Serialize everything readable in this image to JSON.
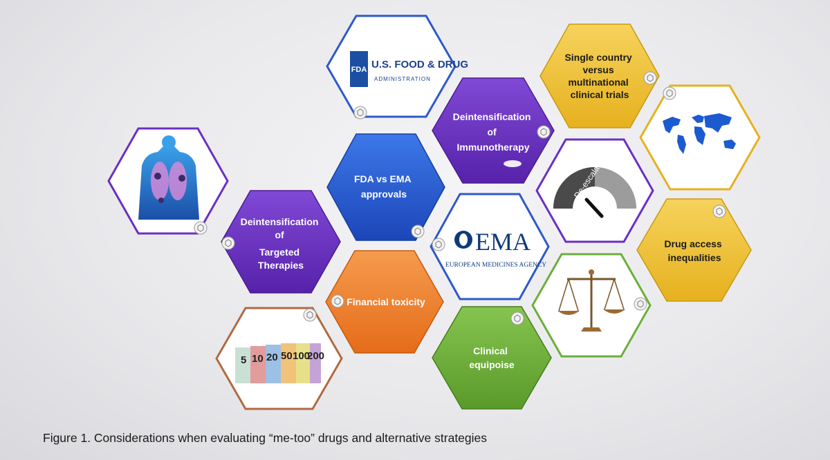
{
  "hexagons": {
    "fda_logo": {
      "brand": "U.S. FOOD & DRUG",
      "sub": "ADMINISTRATION",
      "mark": "FDA"
    },
    "single_country": {
      "lines": [
        "Single country",
        "versus",
        "multinational",
        "clinical trials"
      ]
    },
    "immunotherapy": {
      "lines": [
        "Deintensification",
        "of",
        "Immunotherapy"
      ]
    },
    "fda_vs_ema": {
      "lines": [
        "FDA vs EMA",
        "approvals"
      ]
    },
    "targeted": {
      "lines": [
        "Deintensification",
        "of",
        "Targeted",
        "Therapies"
      ]
    },
    "deescalation": {
      "label": "De-escalation"
    },
    "ema_logo": {
      "brand": "EMA",
      "sub": "EUROPEAN MEDICINES AGENCY"
    },
    "drug_access": {
      "lines": [
        "Drug access",
        "inequalities"
      ]
    },
    "financial": {
      "lines": [
        "Financial toxicity"
      ]
    },
    "equipoise": {
      "lines": [
        "Clinical",
        "equipoise"
      ]
    },
    "money": {
      "notes": [
        "5",
        "10",
        "20",
        "50",
        "100",
        "200"
      ]
    }
  },
  "caption": "Figure 1. Considerations when evaluating “me-too” drugs and alternative strategies",
  "colors": {
    "blue": "#2a5bd7",
    "purple": "#6a2fc4",
    "orange": "#f07d2a",
    "green": "#6cae3a",
    "gold": "#f0c33a",
    "brown": "#b06a40"
  }
}
